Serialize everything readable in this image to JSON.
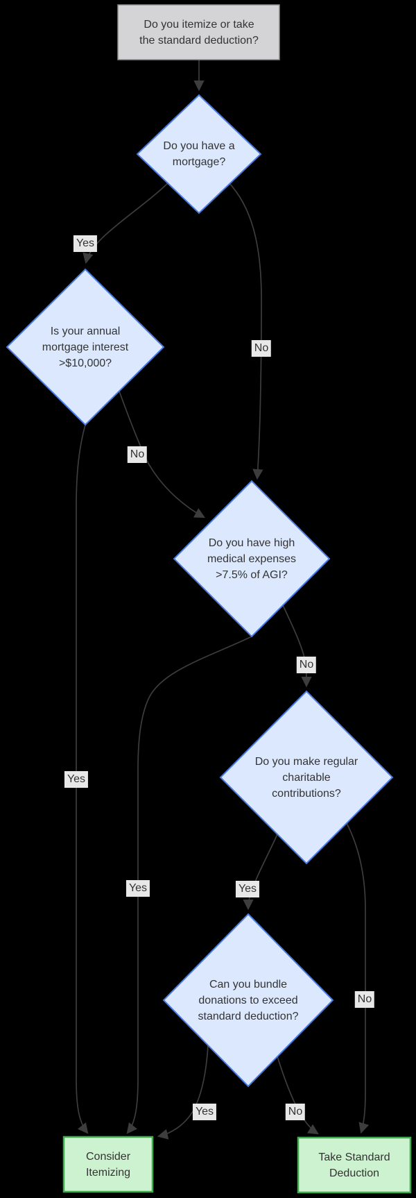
{
  "flowchart": {
    "nodes": {
      "start": {
        "shape": "rectangle",
        "label_lines": [
          "Do you itemize or take",
          "the standard deduction?"
        ]
      },
      "mortgage": {
        "shape": "diamond",
        "label_lines": [
          "Do you have a",
          "mortgage?"
        ]
      },
      "mortgage_interest": {
        "shape": "diamond",
        "label_lines": [
          "Is your annual",
          "mortgage interest",
          ">$10,000?"
        ]
      },
      "medical": {
        "shape": "diamond",
        "label_lines": [
          "Do you have high",
          "medical expenses",
          ">7.5% of AGI?"
        ]
      },
      "charitable": {
        "shape": "diamond",
        "label_lines": [
          "Do you make regular",
          "charitable",
          "contributions?"
        ]
      },
      "bundle": {
        "shape": "diamond",
        "label_lines": [
          "Can you bundle",
          "donations to exceed",
          "standard deduction?"
        ]
      },
      "consider_itemizing": {
        "shape": "rectangle",
        "label_lines": [
          "Consider",
          "Itemizing"
        ]
      },
      "take_standard": {
        "shape": "rectangle",
        "label_lines": [
          "Take Standard",
          "Deduction"
        ]
      }
    },
    "edges": [
      {
        "from": "start",
        "to": "mortgage",
        "label": ""
      },
      {
        "from": "mortgage",
        "to": "mortgage_interest",
        "label": "Yes"
      },
      {
        "from": "mortgage",
        "to": "medical",
        "label": "No"
      },
      {
        "from": "mortgage_interest",
        "to": "medical",
        "label": "No"
      },
      {
        "from": "mortgage_interest",
        "to": "consider_itemizing",
        "label": "Yes"
      },
      {
        "from": "medical",
        "to": "charitable",
        "label": "No"
      },
      {
        "from": "medical",
        "to": "consider_itemizing",
        "label": "Yes"
      },
      {
        "from": "charitable",
        "to": "bundle",
        "label": "Yes"
      },
      {
        "from": "charitable",
        "to": "take_standard",
        "label": "No"
      },
      {
        "from": "bundle",
        "to": "consider_itemizing",
        "label": "Yes"
      },
      {
        "from": "bundle",
        "to": "take_standard",
        "label": "No"
      }
    ],
    "colors": {
      "background": "#000000",
      "question_node_fill": "#dbe8fd",
      "question_node_border": "#4a7be0",
      "start_node_fill": "#d4d4d6",
      "start_node_border": "#8c8c8c",
      "result_node_fill": "#cdf2d0",
      "result_node_border": "#3fad4e",
      "edge_line": "#3d3d3d",
      "edge_label_background": "#e8e8e8",
      "text": "#333333"
    }
  }
}
